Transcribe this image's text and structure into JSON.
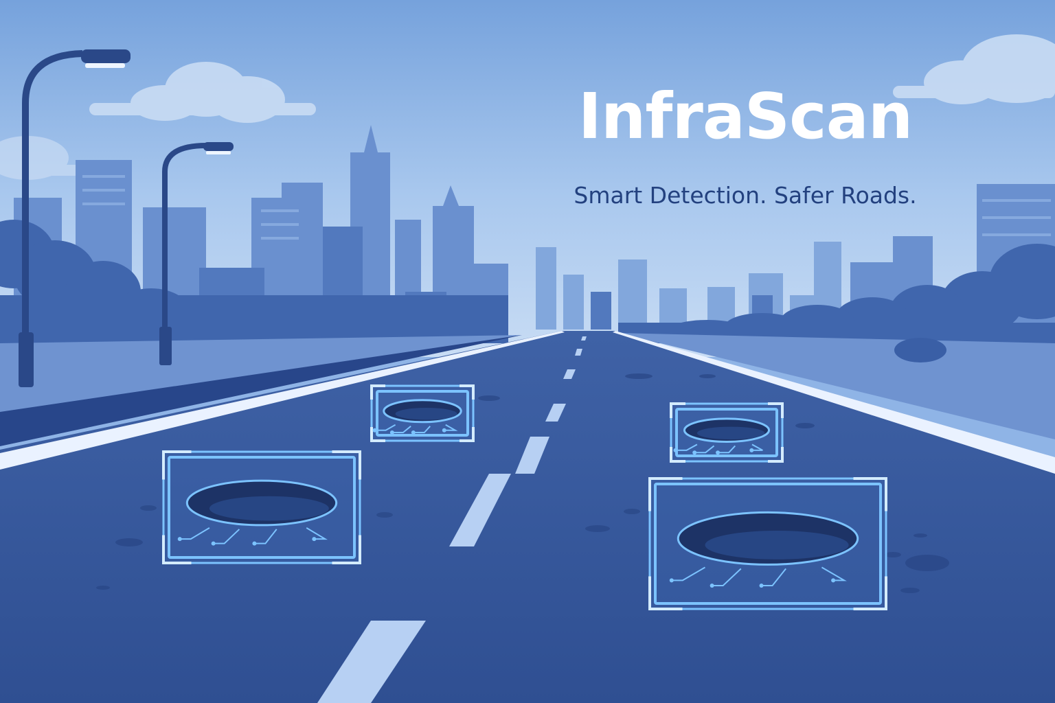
{
  "brand": {
    "title": "InfraScan",
    "tagline": "Smart Detection. Safer Roads."
  },
  "colors": {
    "sky_top": "#7aa6de",
    "sky_bottom": "#bcd5f1",
    "skyline_far": "#7fa4dc",
    "skyline_mid": "#5f86c8",
    "skyline_near": "#4a70b7",
    "trees": "#3f65ae",
    "road": "#34569a",
    "lane_marking": "#b6d0f3",
    "detection_box": "#7cc3ff",
    "pothole": "#1d3366",
    "title_text": "#ffffff",
    "tagline_text": "#23417f"
  },
  "icons": [
    "street-lamp-icon",
    "cloud-icon",
    "detection-box-icon",
    "pothole-icon"
  ],
  "detections": [
    {
      "label": "pothole-far-left"
    },
    {
      "label": "pothole-far-right"
    },
    {
      "label": "pothole-near-left"
    },
    {
      "label": "pothole-near-right"
    }
  ]
}
